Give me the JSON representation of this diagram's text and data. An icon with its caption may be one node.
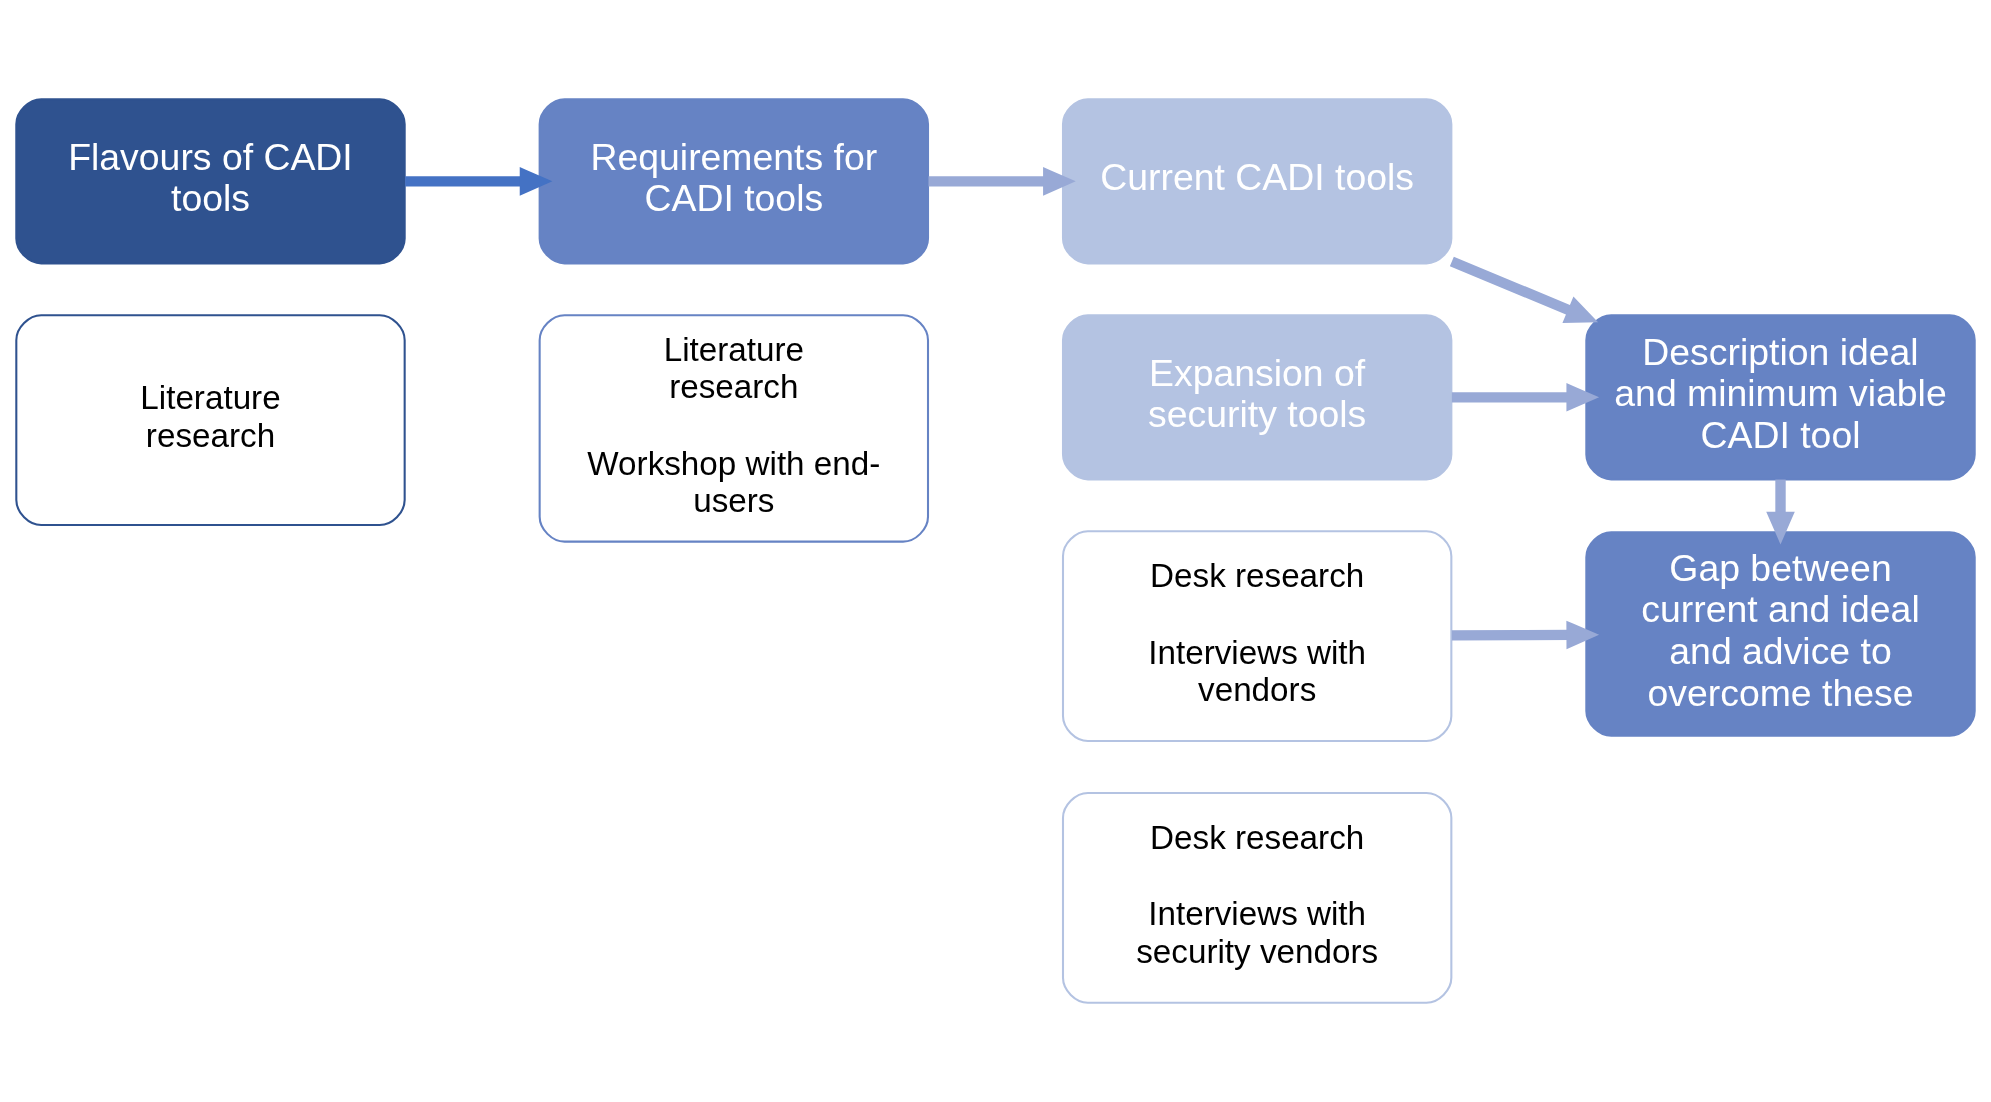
{
  "diagram": {
    "nodes": [
      {
        "text": [
          "Flavours of CADI tools"
        ]
      },
      {
        "text": [
          "Literature research"
        ]
      },
      {
        "text": [
          "Requirements for CADI tools"
        ]
      },
      {
        "text": [
          "Literature research",
          "Workshop with end-users"
        ]
      },
      {
        "text": [
          "Expansion of security tools"
        ]
      },
      {
        "text": [
          "Desk research",
          "Interviews with security vendors"
        ]
      },
      {
        "text": [
          "Current CADI tools"
        ]
      },
      {
        "text": [
          "Desk research",
          "Interviews with vendors"
        ]
      },
      {
        "text": [
          "Description ideal and minimum viable CADI tool"
        ]
      },
      {
        "text": [
          "Gap between current and ideal and advice to overcome these"
        ]
      }
    ],
    "edges": [
      {
        "from": 0,
        "to": 2,
        "arrow": "to",
        "color": "#4472c4"
      },
      {
        "from": 2,
        "to": 6,
        "arrow": "to"
      },
      {
        "from": 6,
        "to": 8,
        "arrow": "to"
      },
      {
        "from": 4,
        "to": 8,
        "arrow": "to"
      },
      {
        "from": 8,
        "to": 9,
        "arrow": "to"
      },
      {
        "from": 7,
        "to": 9,
        "arrow": "to"
      }
    ]
  }
}
